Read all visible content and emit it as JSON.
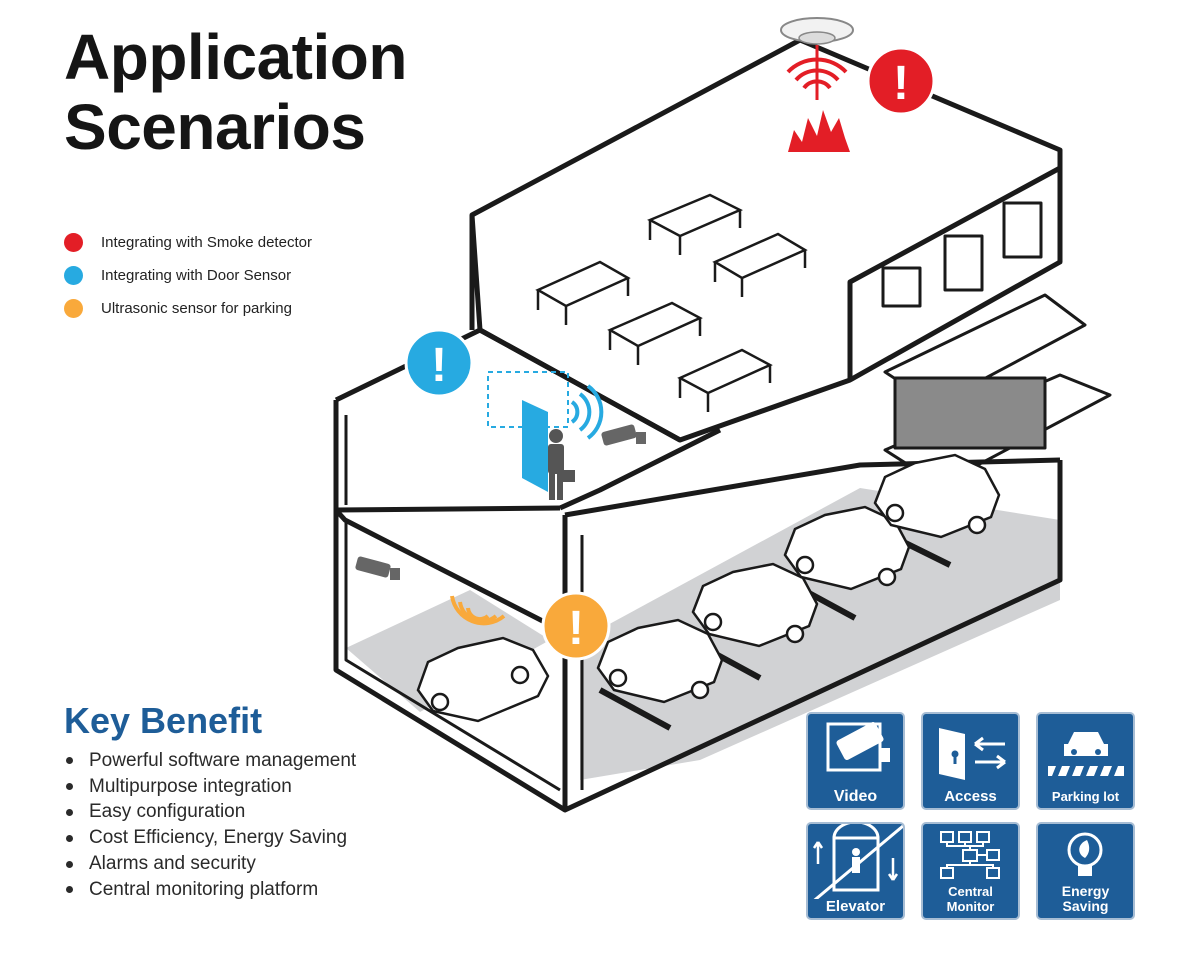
{
  "title": {
    "line1": "Application",
    "line2": "Scenarios"
  },
  "legend": [
    {
      "label": "Integrating with Smoke detector",
      "color": "#e31e26"
    },
    {
      "label": "Integrating with Door Sensor",
      "color": "#27aae1"
    },
    {
      "label": "Ultrasonic sensor  for parking",
      "color": "#f9a93b"
    }
  ],
  "key_benefit": {
    "title": "Key Benefit",
    "items": [
      "Powerful software management",
      "Multipurpose integration",
      "Easy configuration",
      "Cost Efficiency, Energy Saving",
      "Alarms and security",
      "Central monitoring platform"
    ]
  },
  "tiles": [
    {
      "label": "Video",
      "icon": "camera-icon"
    },
    {
      "label": "Access",
      "icon": "door-access-icon"
    },
    {
      "label": "Parking lot",
      "icon": "car-barrier-icon"
    },
    {
      "label": "Elevator",
      "icon": "elevator-icon"
    },
    {
      "label": "Central Monitor",
      "label_line1": "Central",
      "label_line2": "Monitor",
      "icon": "network-icon"
    },
    {
      "label": "Energy Saving",
      "label_line1": "Energy",
      "label_line2": "Saving",
      "icon": "bulb-leaf-icon"
    }
  ],
  "alert_symbol": "!",
  "colors": {
    "accent_blue": "#1e5d98",
    "alarm_red": "#e31e26",
    "door_blue": "#27aae1",
    "parking_orange": "#f9a93b",
    "floor_gray": "#d1d2d4"
  }
}
